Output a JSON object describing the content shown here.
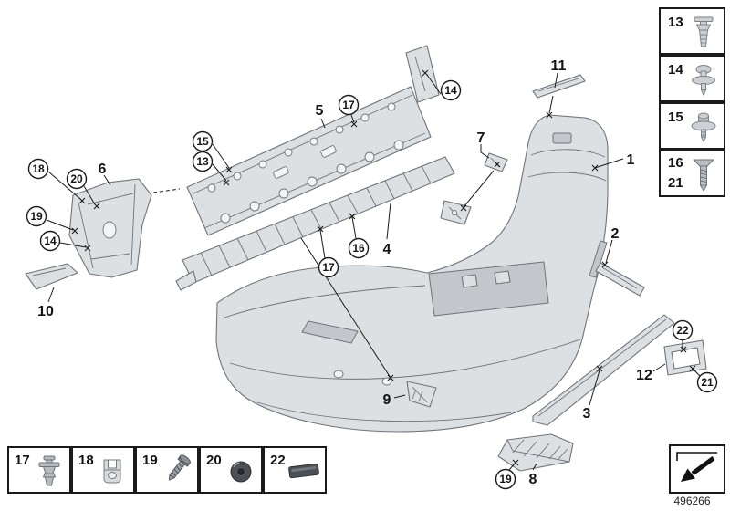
{
  "page": {
    "drawing_number": "496266"
  },
  "callouts": {
    "plain": [
      "1",
      "2",
      "3",
      "4",
      "5",
      "6",
      "7",
      "8",
      "9",
      "10",
      "11",
      "12"
    ],
    "circled": [
      "14",
      "17",
      "15",
      "13",
      "18",
      "20",
      "19",
      "14",
      "16",
      "17",
      "22",
      "21",
      "19"
    ]
  },
  "legend": {
    "right_column": [
      {
        "labels": [
          "13"
        ],
        "icon": "expanding-rivet-icon"
      },
      {
        "labels": [
          "14"
        ],
        "icon": "washer-rivet-icon"
      },
      {
        "labels": [
          "15"
        ],
        "icon": "washer-screw-icon"
      },
      {
        "labels": [
          "16",
          "21"
        ],
        "icon": "countersunk-screw-icon"
      }
    ],
    "bottom_row": [
      {
        "labels": [
          "17"
        ],
        "icon": "expanding-rivet-pin-icon"
      },
      {
        "labels": [
          "18"
        ],
        "icon": "clip-nut-icon"
      },
      {
        "labels": [
          "19"
        ],
        "icon": "torx-screw-icon"
      },
      {
        "labels": [
          "20"
        ],
        "icon": "rubber-grommet-icon"
      },
      {
        "labels": [
          "22"
        ],
        "icon": "adhesive-pad-icon"
      }
    ],
    "nav_icon": "next-diagram-arrow-icon"
  },
  "colors": {
    "part_fill": "#dde0e3",
    "part_stroke": "#6e747a",
    "line": "#1a1a1a"
  }
}
